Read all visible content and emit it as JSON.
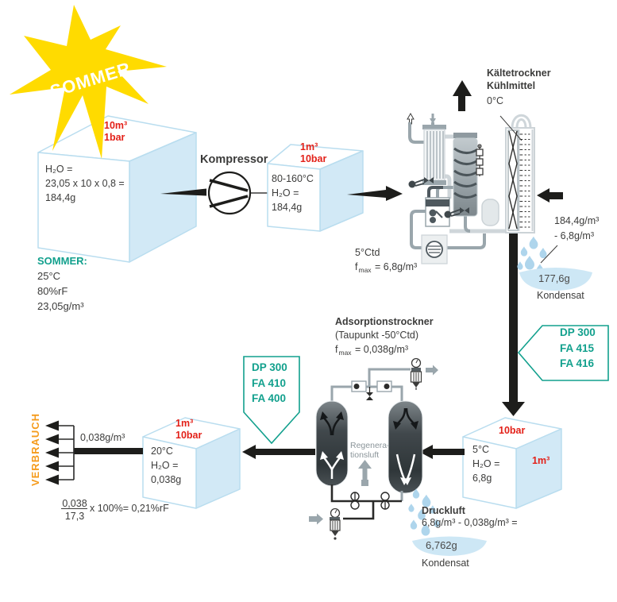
{
  "colors": {
    "sun_yellow": "#ffdb00",
    "accent_teal": "#12a08d",
    "accent_red": "#e32119",
    "accent_orange": "#f59b1c",
    "cube_blue": "#d2e9f6",
    "cube_border": "#b9ddef",
    "water_blue": "#aed5ec",
    "puddle_blue": "#cde7f5",
    "arrow_black": "#1d1d1b",
    "machine_grey": "#9aa6ac",
    "text": "#3c3c3b"
  },
  "sun": {
    "label": "SOMMER"
  },
  "cube1": {
    "volume": "10m³",
    "pressure": "1bar",
    "line1": "H₂O =",
    "line2": "23,05 x 10 x 0,8 =",
    "line3": "184,4g"
  },
  "season": {
    "heading": "SOMMER:",
    "temp": "25°C",
    "humidity": "80%rF",
    "water": "23,05g/m³"
  },
  "compressor": {
    "label": "Kompressor"
  },
  "cube2": {
    "volume": "1m³",
    "pressure": "10bar",
    "line1": "80-160°C",
    "line2": "H₂O =",
    "line3": "184,4g"
  },
  "refrigeration_dryer": {
    "title1": "Kältetrockner",
    "title2": "Kühlmittel",
    "temp": "0°C",
    "outlet_dewpoint": "5°Ctd",
    "f": "f",
    "f_sub": "max",
    "f_value": " = 6,8g/m³"
  },
  "condensate1": {
    "inflow": "184,4g/m³",
    "outflow": "- 6,8g/m³",
    "amount": "177,6g",
    "label": "Kondensat"
  },
  "badge1": {
    "line1": "DP 300",
    "line2": "FA 415",
    "line3": "FA 416"
  },
  "cube3": {
    "pressure": "10bar",
    "volume": "1m³",
    "line1": "5°C",
    "line2": "H₂O =",
    "line3": "6,8g"
  },
  "adsorption_dryer": {
    "title": "Adsorptionstrockner",
    "subtitle": "(Taupunkt -50°Ctd)",
    "f": "f",
    "f_sub": "max",
    "f_value": " = 0,038g/m³",
    "regen1": "Regenera-",
    "regen2": "tionsluft"
  },
  "condensate2": {
    "title": "Druckluft",
    "calc": "6,8g/m³ - 0,038g/m³ =",
    "amount": "6,762g",
    "label": "Kondensat"
  },
  "badge2": {
    "line1": "DP 300",
    "line2": "FA 410",
    "line3": "FA 400"
  },
  "cube4": {
    "volume": "1m³",
    "pressure": "10bar",
    "line1": "20°C",
    "line2": "H₂O =",
    "line3": "0,038g",
    "flow": "0,038g/m³"
  },
  "consumption": {
    "label": "VERBRAUCH"
  },
  "formula": {
    "numerator": "0,038",
    "denominator": "17,3",
    "rest": "x 100%= 0,21%rF"
  }
}
